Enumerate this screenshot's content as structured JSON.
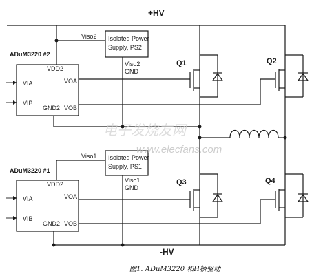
{
  "rails": {
    "top": "+HV",
    "bottom": "-HV"
  },
  "chip2": {
    "title": "ADuM3220 #2",
    "vdd": "VDD2",
    "gnd": "GND2",
    "via": "VIA",
    "vib": "VIB",
    "voa": "VOA",
    "vob": "VOB"
  },
  "chip1": {
    "title": "ADuM3220 #1",
    "vdd": "VDD2",
    "gnd": "GND2",
    "via": "VIA",
    "vib": "VIB",
    "voa": "VOA",
    "vob": "VOB"
  },
  "ps2": {
    "line1": "Isolated Power",
    "line2": "Supply, PS2",
    "viso_in": "Viso2",
    "viso_out": "Viso2",
    "gnd": "GND"
  },
  "ps1": {
    "line1": "Isolated Power",
    "line2": "Supply, PS1",
    "viso_in": "Viso1",
    "viso_out": "Viso1",
    "gnd": "GND"
  },
  "transistors": {
    "q1": "Q1",
    "q2": "Q2",
    "q3": "Q3",
    "q4": "Q4"
  },
  "watermark": {
    "cn": "电子发烧友网",
    "url": "www.elecfans.com"
  },
  "caption": "图1. ADuM3220 和H桥驱动"
}
